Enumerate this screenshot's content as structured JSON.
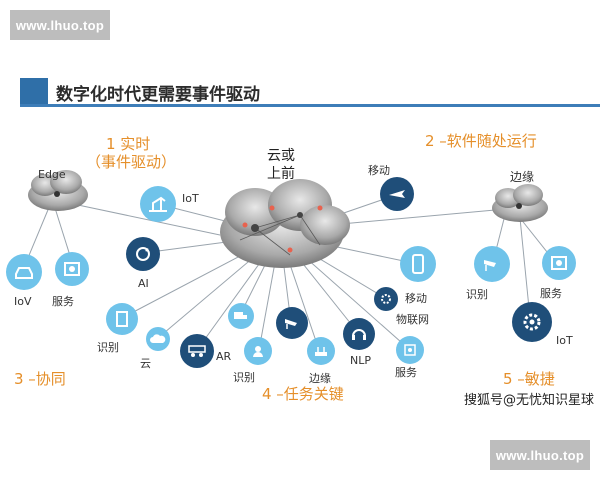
{
  "watermark_top": "www.lhuo.top",
  "watermark_bottom": "www.lhuo.top",
  "title": "数字化时代更需要事件驱动",
  "sections": {
    "s1_line1": "1 实时",
    "s1_line2": "（事件驱动）",
    "s2": "2 –软件随处运行",
    "s3": "3 –协同",
    "s4": "4 –任务关键",
    "s5": "5 –敏捷"
  },
  "clouds": {
    "edge": "Edge",
    "center_line1": "云或",
    "center_line2": "上前",
    "right": "边缘"
  },
  "labels": {
    "iot_top": "IoT",
    "mobile_top": "移动",
    "ai": "AI",
    "iov": "IoV",
    "service_left": "服务",
    "recognize_left": "识别",
    "cloud": "云",
    "ar": "AR",
    "recognize_mid": "识别",
    "edge_bottom": "边缘",
    "nlp": "NLP",
    "service_mid": "服务",
    "mobile_mid": "移动",
    "iot_network": "物联网",
    "recognize_right": "识别",
    "service_right": "服务",
    "iot_right": "IoT"
  },
  "credit": "搜狐号@无忧知识星球",
  "colors": {
    "accent_blue": "#2f6fa8",
    "icon_dark": "#1f4e79",
    "icon_light": "#6fc3ea",
    "orange": "#e58f2a"
  }
}
